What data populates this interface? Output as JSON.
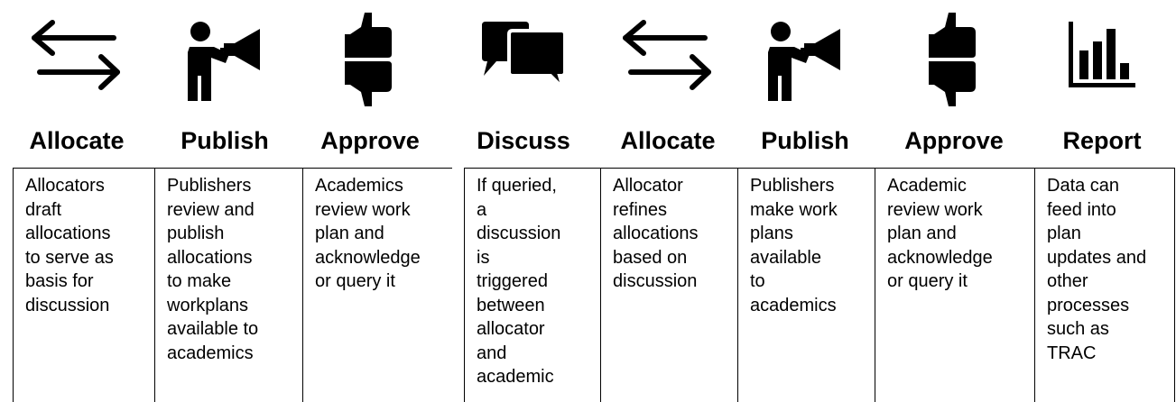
{
  "steps": [
    {
      "icon": "arrows-swap-icon",
      "title": "Allocate",
      "description": "Allocators\ndraft\nallocations\nto serve as\nbasis for\ndiscussion"
    },
    {
      "icon": "megaphone-person-icon",
      "title": "Publish",
      "description": "Publishers\nreview and\npublish\nallocations\nto make\nworkplans\navailable to\nacademics"
    },
    {
      "icon": "thumbs-up-down-icon",
      "title": "Approve",
      "description": "Academics\nreview work\nplan and\nacknowledge\nor query it"
    },
    {
      "icon": "speech-bubbles-icon",
      "title": "Discuss",
      "description": "If queried,\na\ndiscussion\nis\ntriggered\nbetween\nallocator\nand\nacademic"
    },
    {
      "icon": "arrows-swap-icon",
      "title": "Allocate",
      "description": "Allocator\nrefines\nallocations\nbased on\ndiscussion"
    },
    {
      "icon": "megaphone-person-icon",
      "title": "Publish",
      "description": "Publishers\nmake work\nplans\navailable\nto\nacademics"
    },
    {
      "icon": "thumbs-up-down-icon",
      "title": "Approve",
      "description": "Academic\nreview work\nplan and\nacknowledge\nor query it"
    },
    {
      "icon": "bar-chart-icon",
      "title": "Report",
      "description": "Data can\nfeed into\nplan\nupdates and\nother\nprocesses\nsuch as\nTRAC"
    }
  ]
}
